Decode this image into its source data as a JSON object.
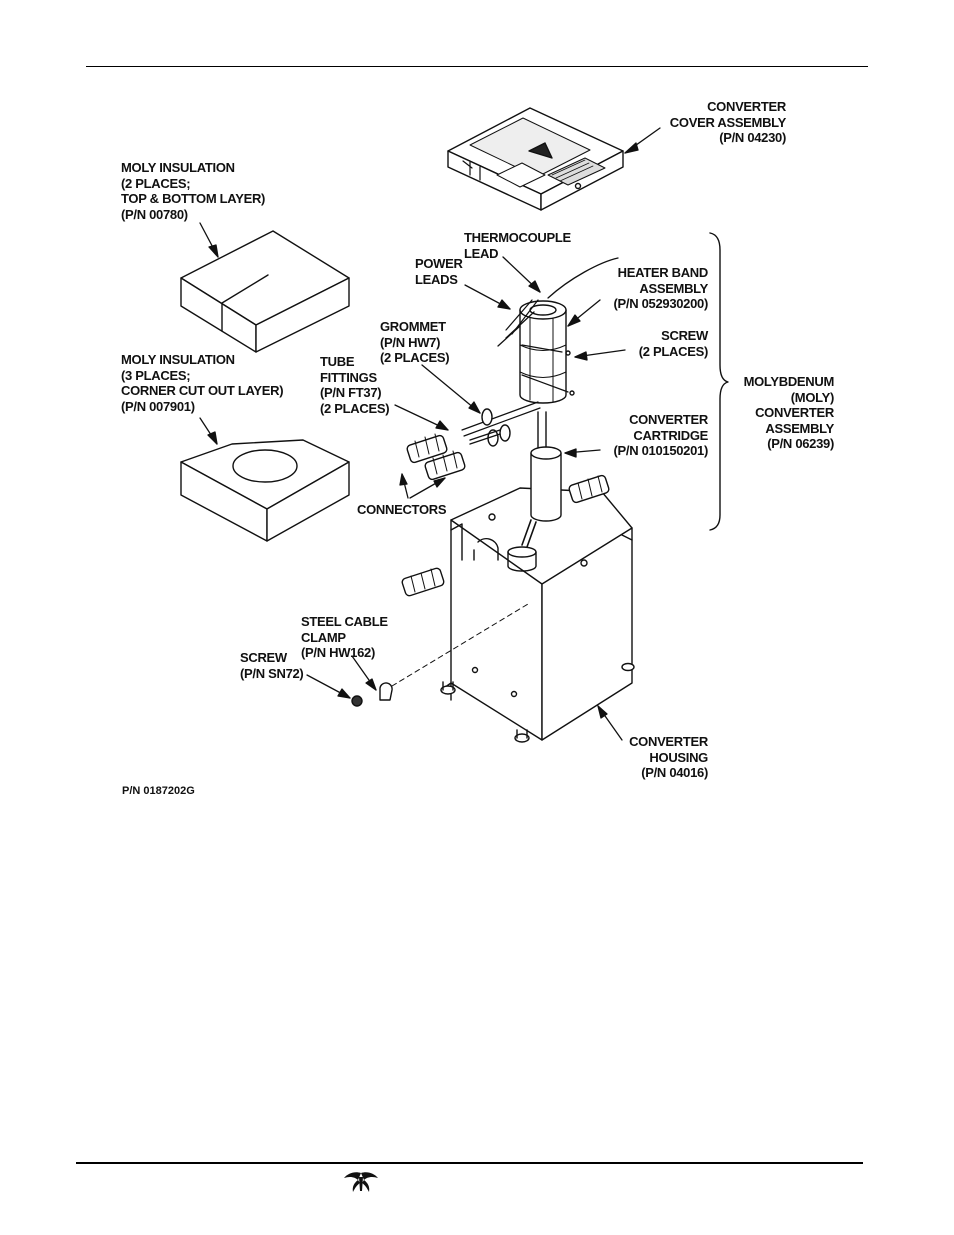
{
  "labels": {
    "cover": "CONVERTER\nCOVER ASSEMBLY\n(P/N 04230)",
    "moly_top": "MOLY INSULATION\n(2 PLACES;\nTOP & BOTTOM LAYER)\n(P/N 00780)",
    "thermocouple": "THERMOCOUPLE\nLEAD",
    "power_leads": "POWER\nLEADS",
    "heater_band": "HEATER BAND\nASSEMBLY\n(P/N 052930200)",
    "grommet": "GROMMET\n(P/N HW7)\n(2 PLACES)",
    "screw_band": "SCREW\n(2 PLACES)",
    "moly_assembly": "MOLYBDENUM\n(MOLY)\nCONVERTER\nASSEMBLY\n(P/N 06239)",
    "moly_corner": "MOLY INSULATION\n(3 PLACES;\nCORNER CUT OUT LAYER)\n(P/N 007901)",
    "tube_fittings": "TUBE\nFITTINGS\n(P/N FT37)\n(2 PLACES)",
    "cartridge": "CONVERTER\nCARTRIDGE\n(P/N 010150201)",
    "connectors": "CONNECTORS",
    "cable_clamp": "STEEL CABLE\nCLAMP\n(P/N HW162)",
    "screw_clamp": "SCREW\n(P/N SN72)",
    "housing": "CONVERTER\nHOUSING\n(P/N 04016)"
  },
  "figure_pn": "P/N 0187202G",
  "colors": {
    "ink": "#111111",
    "paper": "#ffffff",
    "shade": "#333333"
  },
  "footer": {
    "logo": "teledyne-logo-icon"
  }
}
